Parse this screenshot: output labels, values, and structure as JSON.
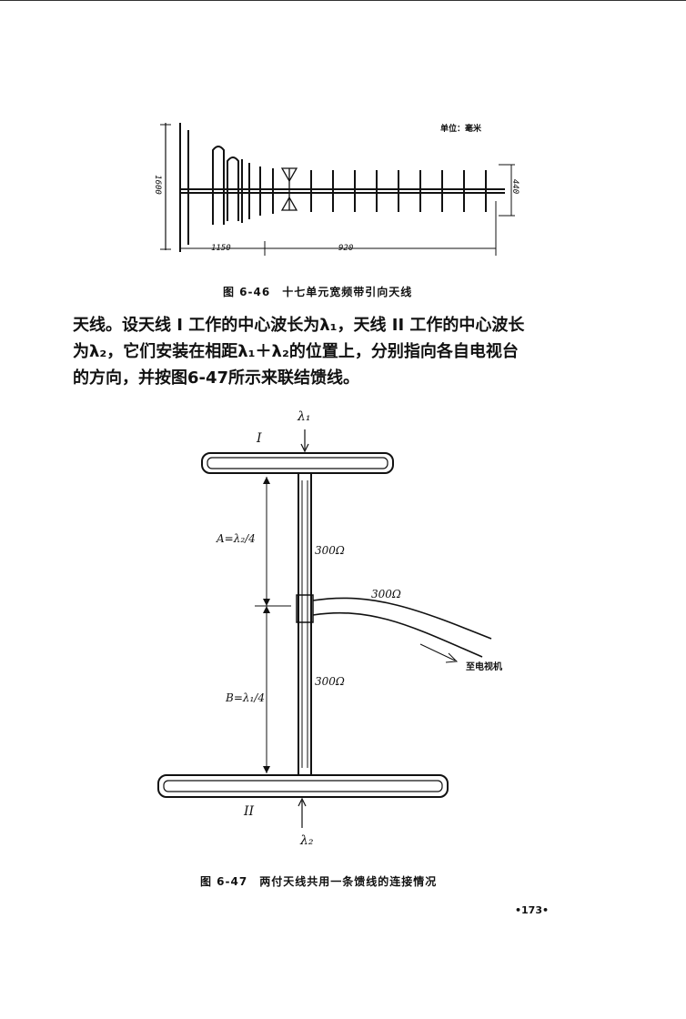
{
  "figure1": {
    "unit_label": "单位：毫米",
    "height_label": "1600",
    "left_span_label": "1150",
    "right_span_label": "920",
    "right_height_label": "440",
    "caption": "图 6-46　十七单元宽频带引向天线"
  },
  "body_text": {
    "line1": "天线。设天线 I 工作的中心波长为λ₁，天线 II 工作的中心波长",
    "line2": "为λ₂，它们安装在相距λ₁＋λ₂的位置上，分别指向各自电视台",
    "line3": "的方向，并按图6-47所示来联结馈线。"
  },
  "figure2": {
    "lambda1": "λ₁",
    "lambda2": "λ₂",
    "roman1": "I",
    "roman2": "II",
    "dimA": "A=λ₂/4",
    "dimB": "B=λ₁/4",
    "imp_upper": "300Ω",
    "imp_lower": "300Ω",
    "imp_cable": "300Ω",
    "to_tv": "至电视机",
    "caption": "图 6-47　两付天线共用一条馈线的连接情况"
  },
  "page_number": "•173•"
}
